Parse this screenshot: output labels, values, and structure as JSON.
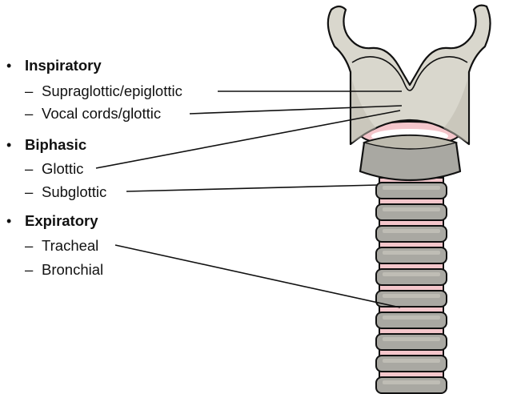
{
  "categories": [
    {
      "label": "Inspiratory",
      "items": [
        "Supraglottic/epiglottic",
        "Vocal cords/glottic"
      ]
    },
    {
      "label": "Biphasic",
      "items": [
        "Glottic",
        "Subglottic"
      ]
    },
    {
      "label": "Expiratory",
      "items": [
        "Tracheal",
        "Bronchial"
      ]
    }
  ],
  "colors": {
    "cartilage": "#d9d7cd",
    "cartilage_shade": "#bdbaae",
    "ring": "#a9a8a2",
    "ring_shade": "#8f8e89",
    "membrane": "#f4c6cb",
    "membrane_light": "#ffffff",
    "outline": "#111111",
    "text": "#111111"
  },
  "bullet_glyph": "•",
  "dash_glyph": "–"
}
